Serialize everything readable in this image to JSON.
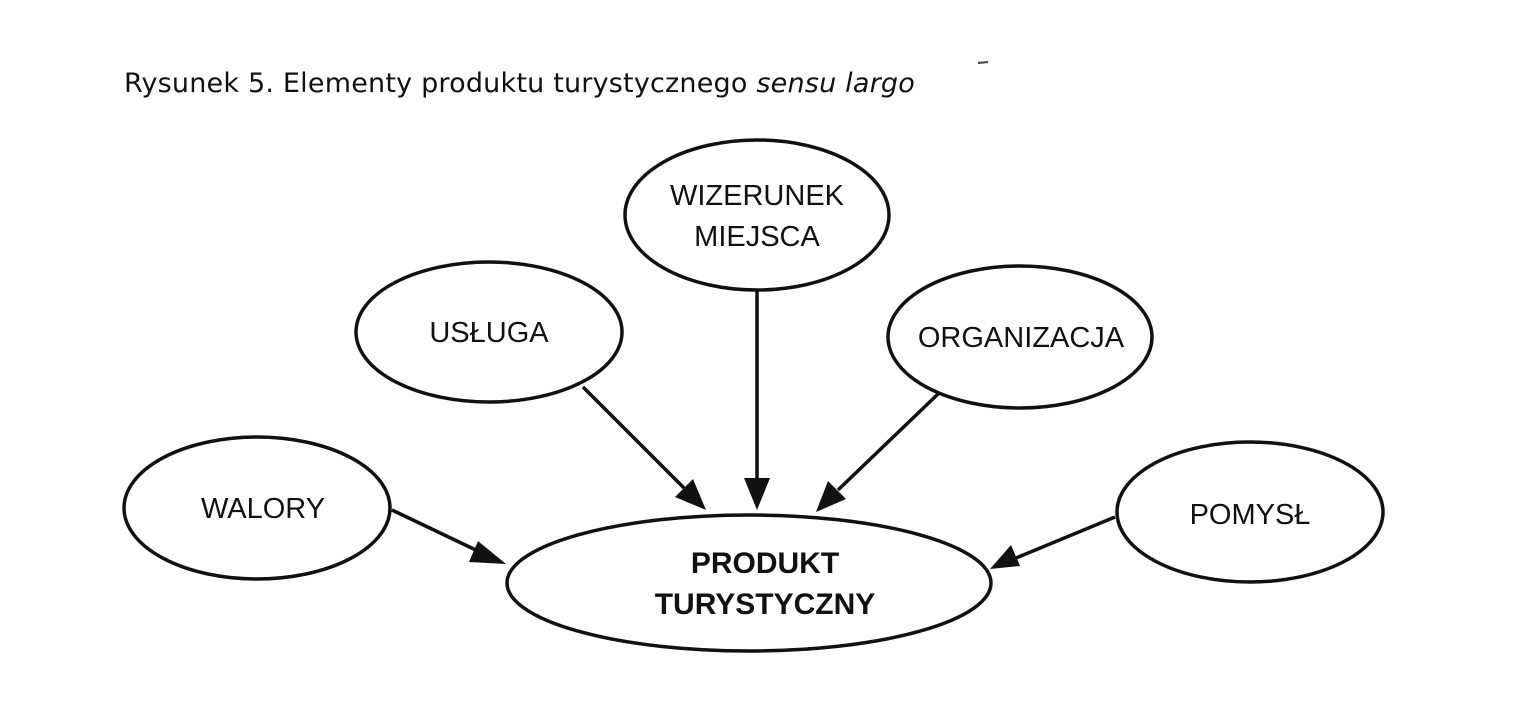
{
  "caption": {
    "prefix": "Rysunek 5. Elementy produktu turystycznego ",
    "emphasis": "sensu largo"
  },
  "nodes": {
    "wizerunek": {
      "lines": [
        "WIZERUNEK",
        "MIEJSCA"
      ]
    },
    "usluga": {
      "lines": [
        "USŁUGA"
      ]
    },
    "organizacja": {
      "lines": [
        "ORGANIZACJA"
      ]
    },
    "walory": {
      "lines": [
        "WALORY"
      ]
    },
    "pomysl": {
      "lines": [
        "POMYSŁ"
      ]
    },
    "produkt": {
      "lines": [
        "PRODUKT",
        "TURYSTYCZNY"
      ]
    }
  },
  "edges": [
    {
      "from": "walory",
      "to": "produkt"
    },
    {
      "from": "usluga",
      "to": "produkt"
    },
    {
      "from": "wizerunek",
      "to": "produkt"
    },
    {
      "from": "organizacja",
      "to": "produkt"
    },
    {
      "from": "pomysl",
      "to": "produkt"
    }
  ]
}
